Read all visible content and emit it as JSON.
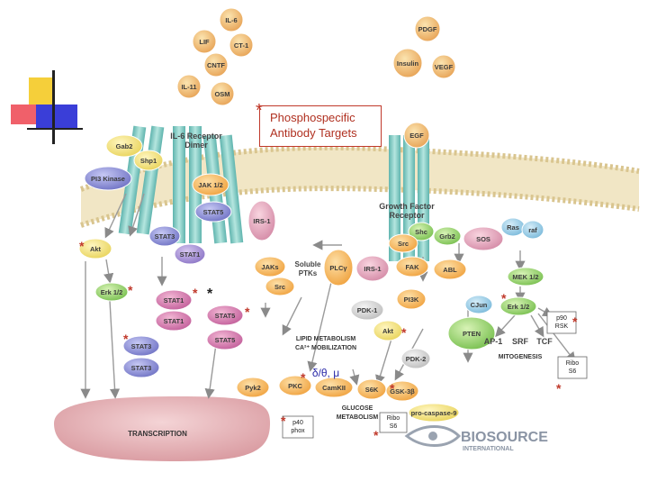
{
  "legend": {
    "star": "*",
    "line1": "Phosphospecific",
    "line2": "Antibody Targets"
  },
  "cytokines": [
    "IL-6",
    "LIF",
    "CT-1",
    "CNTF",
    "IL-11",
    "OSM"
  ],
  "growth_factors": [
    "PDGF",
    "Insulin",
    "VEGF",
    "EGF"
  ],
  "receptors": {
    "il6": [
      "IL-6 Receptor",
      "Dimer"
    ],
    "gfr": [
      "Growth Factor",
      "Receptor"
    ]
  },
  "nodes": {
    "gab2": "Gab2",
    "shp1": "Shp1",
    "pi3k_left": "PI3 Kinase",
    "jak12": "JAK 1/2",
    "stat5_top": "STAT5",
    "stat3_top": "STAT3",
    "stat1_top": "STAT1",
    "irs1_top": "IRS-1",
    "akt_left": "Akt",
    "erk_left": "Erk 1/2",
    "stat1_a": "STAT1",
    "stat1_b": "STAT1",
    "stat5_a": "STAT5",
    "stat5_b": "STAT5",
    "stat3_a": "STAT3",
    "stat3_b": "STAT3",
    "jaks": "JAKs",
    "src_mid": "Src",
    "soluble": [
      "Soluble",
      "PTKs"
    ],
    "plcg": "PLCγ",
    "irs1": "IRS-1",
    "shc": "Shc",
    "grb2": "Grb2",
    "sos": "SOS",
    "ras": "Ras",
    "raf": "raf",
    "src_right": "Src",
    "fak": "FAK",
    "abl": "ABL",
    "mek": "MEK 1/2",
    "erk_right": "Erk 1/2",
    "cjun": "CJun",
    "pdk1": "PDK-1",
    "pi3k_right": "PI3K",
    "pten": "PTEN",
    "akt_right": "Akt",
    "pdk2": "PDK-2",
    "pyk2": "Pyk2",
    "pkc": "PKC",
    "camkii": "CamKII",
    "s6k": "S6K",
    "gsk3b": "GSK-3β",
    "procasp": "pro-caspase-9"
  },
  "labels": {
    "lipid": [
      "LIPID METABOLISM",
      "CA²⁺ MOBILIZATION"
    ],
    "glucose": [
      "GLUCOSE",
      "METABOLISM"
    ],
    "mitogenesis": "MITOGENESIS",
    "ap1": "AP-1",
    "srf": "SRF",
    "tcf": "TCF",
    "transcription": "TRANSCRIPTION",
    "pkc_isoforms": "δ/θ, μ",
    "p90rsk": [
      "p90",
      "RSK"
    ],
    "ribos6_right": [
      "Ribo",
      "S6"
    ],
    "ribos6_bottom": [
      "Ribo",
      "S6"
    ],
    "p40phox": [
      "p40",
      "phox"
    ]
  },
  "brand": {
    "name": "BIOSOURCE",
    "sub": "INTERNATIONAL"
  },
  "colors": {
    "star": "#c0392b",
    "membrane": "#e8d8a8",
    "receptor": "#7fc8c0",
    "transcription": "#e6b6b8"
  }
}
